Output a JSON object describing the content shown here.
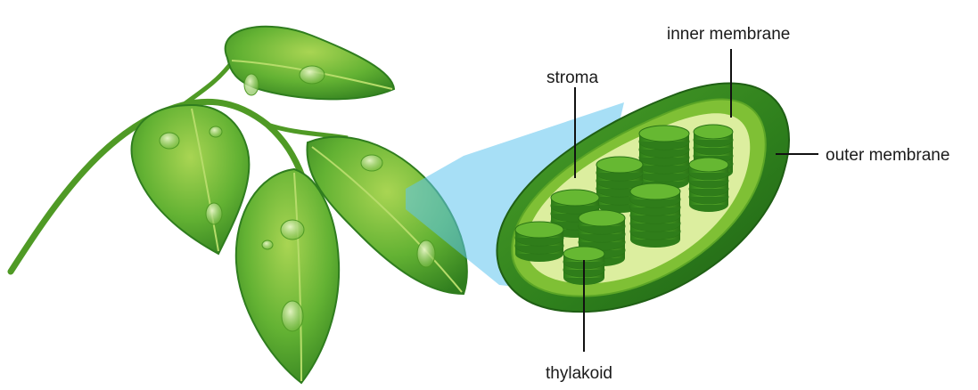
{
  "labels": {
    "inner_membrane": "inner membrane",
    "stroma": "stroma",
    "outer_membrane": "outer membrane",
    "thylakoid": "thylakoid"
  },
  "colors": {
    "leaf_dark": "#2f7d1e",
    "leaf_mid": "#5cab2c",
    "leaf_light": "#a7d24f",
    "outer_membrane": "#2a7a1b",
    "inner_membrane": "#79bd2f",
    "stroma": "#d9ec9a",
    "thylakoid": "#3f9a22",
    "zoom_cone": "#5ec4ef",
    "leader_line": "#111111"
  },
  "icons": {
    "plant": "leafy-branch",
    "organelle": "chloroplast-cross-section"
  }
}
